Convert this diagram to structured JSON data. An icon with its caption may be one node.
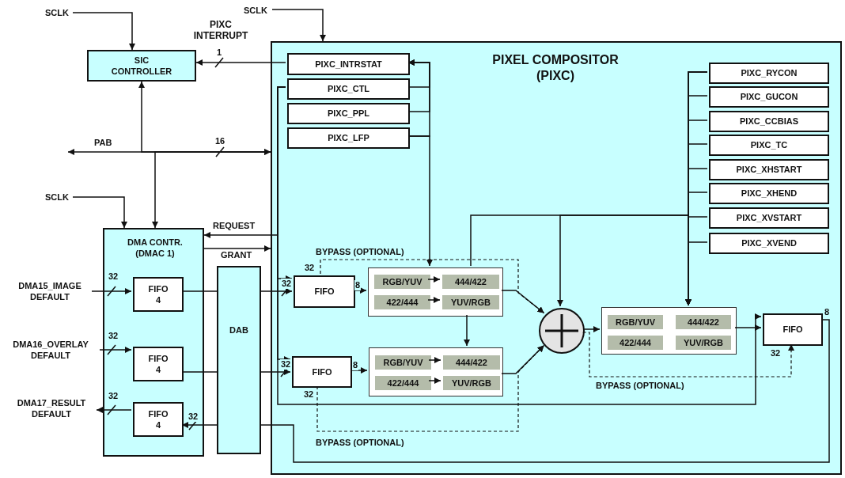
{
  "diagram": {
    "nodes": [
      {
        "text": [
          "SCLK"
        ]
      },
      {
        "text": [
          "SIC CONTROLLER"
        ]
      },
      {
        "text": [
          "SCLK"
        ]
      },
      {
        "text": [
          "PIXEL COMPOSITOR (PIXC)"
        ]
      },
      {
        "text": [
          "PIXC_INTRSTAT"
        ],
        "in": 3
      },
      {
        "text": [
          "PIXC_CTL"
        ],
        "in": 3
      },
      {
        "text": [
          "PIXC_PPL"
        ],
        "in": 3
      },
      {
        "text": [
          "PIXC_LFP"
        ],
        "in": 3
      },
      {
        "text": [
          "PIXC_RYCON"
        ],
        "in": 3
      },
      {
        "text": [
          "PIXC_GUCON"
        ],
        "in": 3
      },
      {
        "text": [
          "PIXC_CCBIAS"
        ],
        "in": 3
      },
      {
        "text": [
          "PIXC_TC"
        ],
        "in": 3
      },
      {
        "text": [
          "PIXC_XHSTART"
        ],
        "in": 3
      },
      {
        "text": [
          "PIXC_XHEND"
        ],
        "in": 3
      },
      {
        "text": [
          "PIXC_XVSTART"
        ],
        "in": 3
      },
      {
        "text": [
          "PIXC_XVEND"
        ],
        "in": 3
      },
      {
        "text": [
          "SCLK"
        ]
      },
      {
        "text": [
          "DMA CONTR. (DMAC 1)"
        ]
      },
      {
        "text": [
          "FIFO 4"
        ],
        "in": 17
      },
      {
        "text": [
          "FIFO 4"
        ],
        "in": 17
      },
      {
        "text": [
          "FIFO 4"
        ],
        "in": 17
      },
      {
        "text": [
          "DMA15_IMAGE DEFAULT"
        ]
      },
      {
        "text": [
          "DMA16_OVERLAY DEFAULT"
        ]
      },
      {
        "text": [
          "DMA17_RESULT DEFAULT"
        ]
      },
      {
        "text": [
          "DAB"
        ]
      },
      {
        "text": [
          "FIFO"
        ],
        "in": 3
      },
      {
        "text": [],
        "shape": "box",
        "in": 3
      },
      {
        "text": [
          "RGB/YUV"
        ],
        "in": 26
      },
      {
        "text": [
          "444/422"
        ],
        "in": 26
      },
      {
        "text": [
          "422/444"
        ],
        "in": 26
      },
      {
        "text": [
          "YUV/RGB"
        ],
        "in": 26
      },
      {
        "text": [
          "FIFO"
        ],
        "in": 3
      },
      {
        "text": [],
        "shape": "box",
        "in": 3
      },
      {
        "text": [
          "RGB/YUV"
        ],
        "in": 32
      },
      {
        "text": [
          "444/422"
        ],
        "in": 32
      },
      {
        "text": [
          "422/444"
        ],
        "in": 32
      },
      {
        "text": [
          "YUV/RGB"
        ],
        "in": 32
      },
      {
        "text": [],
        "shape": "circle",
        "in": 3
      },
      {
        "text": [],
        "shape": "box",
        "in": 3
      },
      {
        "text": [
          "RGB/YUV"
        ],
        "in": 38
      },
      {
        "text": [
          "444/422"
        ],
        "in": 38
      },
      {
        "text": [
          "422/444"
        ],
        "in": 38
      },
      {
        "text": [
          "YUV/RGB"
        ],
        "in": 38
      },
      {
        "text": [
          "FIFO"
        ],
        "in": 3
      }
    ],
    "edges": [
      {
        "from": 0,
        "to": 1,
        "arrow": "to"
      },
      {
        "from": 2,
        "to": 3,
        "arrow": "to"
      },
      {
        "from": 4,
        "to": 1,
        "arrow": "to",
        "label": "PIXC INTERRUPT"
      },
      {
        "from": 1,
        "to": 3,
        "arrow": "both"
      },
      {
        "from": 17,
        "to": 3,
        "arrow": "both"
      },
      {
        "from": 3,
        "to": null,
        "arrow": "to",
        "label": "PAB"
      },
      {
        "from": 16,
        "to": 17,
        "arrow": "to"
      },
      {
        "from": 5,
        "to": 17,
        "arrow": "to",
        "label": "REQUEST"
      },
      {
        "from": 17,
        "to": 3,
        "arrow": "to",
        "label": "GRANT"
      },
      {
        "from": 21,
        "to": 18,
        "arrow": "to",
        "label": "32"
      },
      {
        "from": 22,
        "to": 19,
        "arrow": "to",
        "label": "32"
      },
      {
        "from": 20,
        "to": 23,
        "arrow": "to",
        "label": "32"
      },
      {
        "from": 18,
        "to": 24,
        "arrow": "none"
      },
      {
        "from": 24,
        "to": 25,
        "arrow": "to",
        "label": "32"
      },
      {
        "from": 19,
        "to": 24,
        "arrow": "none"
      },
      {
        "from": 24,
        "to": 31,
        "arrow": "to",
        "label": "32"
      },
      {
        "from": 43,
        "to": 24,
        "arrow": "none"
      },
      {
        "from": 24,
        "to": 20,
        "arrow": "to",
        "label": "32"
      },
      {
        "from": 25,
        "to": 26,
        "arrow": "to",
        "label": "8"
      },
      {
        "from": 31,
        "to": 32,
        "arrow": "to",
        "label": "8"
      },
      {
        "from": 26,
        "to": 37,
        "arrow": "to"
      },
      {
        "from": 32,
        "to": 37,
        "arrow": "to"
      },
      {
        "from": 26,
        "to": 32,
        "arrow": "to"
      },
      {
        "from": 37,
        "to": 38,
        "arrow": "to"
      },
      {
        "from": 38,
        "to": 43,
        "arrow": "to"
      },
      {
        "from": 25,
        "to": 37,
        "arrow": "to",
        "style": "dashed",
        "label": "BYPASS (OPTIONAL)"
      },
      {
        "from": 31,
        "to": 37,
        "arrow": "to",
        "style": "dashed",
        "label": "BYPASS (OPTIONAL)"
      },
      {
        "from": 37,
        "to": 43,
        "arrow": "to",
        "style": "dashed",
        "label": "BYPASS (OPTIONAL)"
      },
      {
        "from": 27,
        "to": 28,
        "arrow": "to"
      },
      {
        "from": 29,
        "to": 30,
        "arrow": "to"
      },
      {
        "from": 33,
        "to": 34,
        "arrow": "to"
      },
      {
        "from": 35,
        "to": 36,
        "arrow": "to"
      },
      {
        "from": 5,
        "to": 25,
        "arrow": "to"
      },
      {
        "from": 5,
        "to": 31,
        "arrow": "to"
      },
      {
        "from": 5,
        "to": 43,
        "arrow": "to"
      },
      {
        "from": 5,
        "to": 4,
        "arrow": "to"
      },
      {
        "from": 6,
        "to": 4,
        "arrow": "to"
      },
      {
        "from": 7,
        "to": 4,
        "arrow": "to"
      },
      {
        "from": 7,
        "to": 26,
        "arrow": "to"
      },
      {
        "from": 8,
        "to": 37,
        "arrow": "to"
      },
      {
        "from": 8,
        "to": 26,
        "arrow": "none"
      },
      {
        "from": 8,
        "to": 38,
        "arrow": "to"
      },
      {
        "from": 9,
        "to": 38,
        "arrow": "to"
      },
      {
        "from": 10,
        "to": 38,
        "arrow": "to"
      },
      {
        "from": 11,
        "to": 38,
        "arrow": "to"
      },
      {
        "from": 12,
        "to": 38,
        "arrow": "to"
      },
      {
        "from": 13,
        "to": 38,
        "arrow": "to"
      },
      {
        "from": 14,
        "to": 38,
        "arrow": "to"
      },
      {
        "from": 15,
        "to": 38,
        "arrow": "to"
      }
    ],
    "labels": [
      "1",
      "16",
      "32",
      "8",
      "32",
      "32"
    ]
  }
}
